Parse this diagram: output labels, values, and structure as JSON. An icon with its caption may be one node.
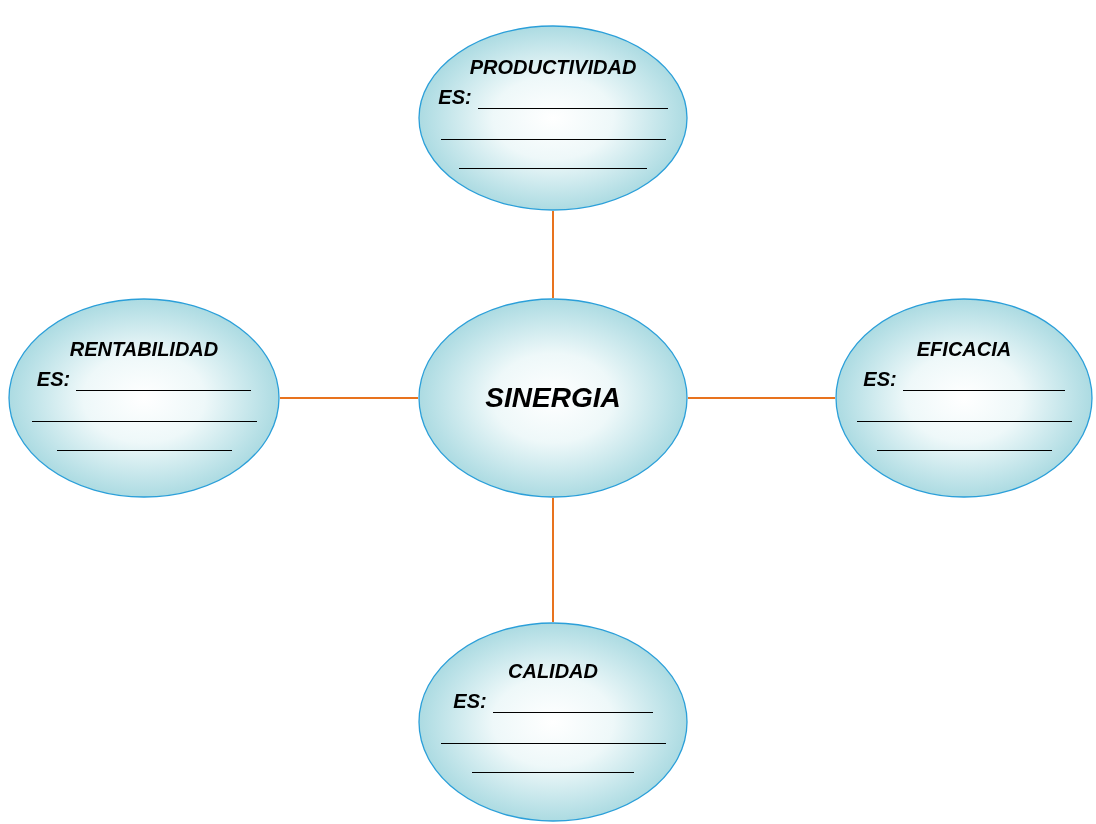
{
  "diagram": {
    "nodes": [
      {
        "text": [
          "PRODUCTIVIDAD",
          "ES:"
        ]
      },
      {
        "text": [
          "RENTABILIDAD",
          "ES:"
        ]
      },
      {
        "text": [
          "SINERGIA"
        ]
      },
      {
        "text": [
          "EFICACIA",
          "ES:"
        ]
      },
      {
        "text": [
          "CALIDAD",
          "ES:"
        ]
      }
    ],
    "edges": [
      {
        "from": 2,
        "to": 0,
        "arrow": "none"
      },
      {
        "from": 2,
        "to": 1,
        "arrow": "none"
      },
      {
        "from": 2,
        "to": 3,
        "arrow": "none"
      },
      {
        "from": 2,
        "to": 4,
        "arrow": "none"
      }
    ]
  }
}
